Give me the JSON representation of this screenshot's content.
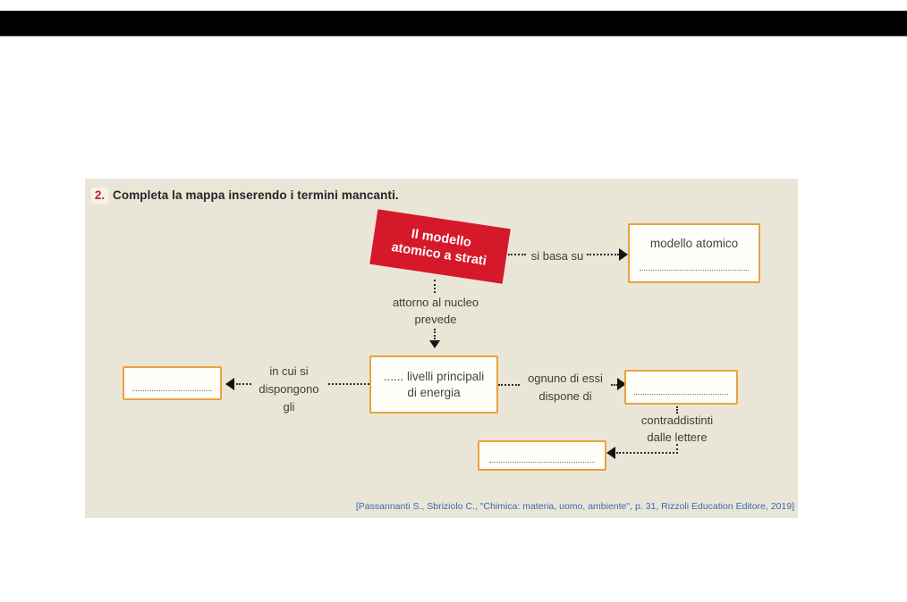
{
  "exercise": {
    "number": "2.",
    "title": "Completa la mappa inserendo i termini mancanti."
  },
  "map": {
    "root_line1": "Il modello",
    "root_line2": "atomico a strati",
    "edge_si_basa_su": "si basa su",
    "edge_attorno_line1": "attorno al nucleo",
    "edge_attorno_line2": "prevede",
    "box_modello_atomico": "modello atomico",
    "box_livelli_line1": "...... livelli principali",
    "box_livelli_line2": "di energia",
    "edge_in_cui_line1": "in cui si",
    "edge_in_cui_line2": "dispongono",
    "edge_in_cui_line3": "gli",
    "edge_ognuno_line1": "ognuno di essi",
    "edge_ognuno_line2": "dispone di",
    "edge_contra_line1": "contraddistinti",
    "edge_contra_line2": "dalle lettere"
  },
  "citation": "[Passannanti S., Sbriziolo C., \"Chimica: materia, uomo, ambiente\", p. 31, Rizzoli Education Editore, 2019]",
  "colors": {
    "accent_red": "#d6182b",
    "box_border_orange": "#e7a33c",
    "panel_beige": "#e9e6d8",
    "citation_blue": "#3f69ad"
  }
}
